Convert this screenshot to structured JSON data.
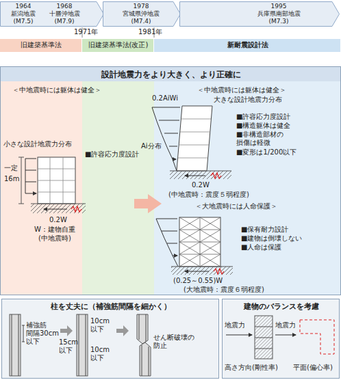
{
  "diagram": {
    "nodes": [
      {
        "text": [
          "1964 新潟地震 (M7.5)",
          "1968 十勝沖地震 (M7.9)"
        ]
      },
      {
        "text": [
          "1978 宮城県沖地震 (M7.4)"
        ]
      },
      {
        "text": [
          "1995 兵庫県南部地震 (M7.3)"
        ]
      },
      {
        "text": [
          "旧建築基準法"
        ]
      },
      {
        "text": [
          "旧建築基準法(改正)"
        ]
      },
      {
        "text": [
          "新耐震設計法"
        ]
      },
      {
        "text": [
          "設計地震力をより大きく、より正確に"
        ]
      },
      {
        "text": [
          "柱を丈夫に（補強筋間隔を細かく）"
        ]
      },
      {
        "text": [
          "建物のバランスを考慮"
        ]
      }
    ],
    "labels": [
      "1971年",
      "1981年",
      "＜中地震時には躯体は健全＞",
      "小さな設計地震力分布",
      "■許容応力度設計",
      "一定",
      "16m",
      "0.2W",
      "W：建物自重",
      "(中地震時)",
      "＜中地震時には躯体は健全＞",
      "0.2AiWi",
      "大きな設計地震力分布",
      "Ai分布",
      "■許容応力度設計",
      "■構造躯体は健全",
      "■非構造部材の 損傷は軽微",
      "■変形は1/200以下",
      "0.2W",
      "(中地震時：震度５弱程度)",
      "＜大地震時には人命保護＞",
      "■保有耐力設計",
      "■建物は倒壊しない",
      "■人命は保護",
      "(0.25～0.55)W",
      "(大地震時：震度６弱程度)",
      "補強筋 間隔30cm 以下",
      "15cm 以下",
      "10cm 以下",
      "10cm 以下",
      "せん断破壊の 防止",
      "地震力",
      "地震力",
      "高さ方向(剛性率)",
      "平面(偏心率)"
    ]
  }
}
